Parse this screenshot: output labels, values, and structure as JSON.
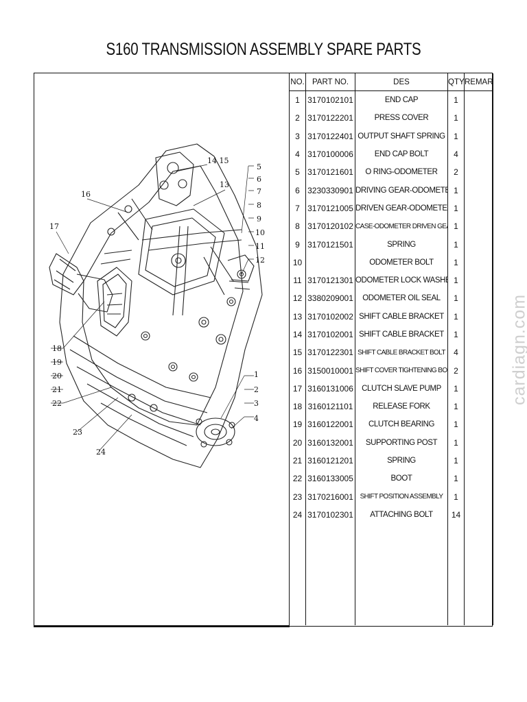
{
  "document": {
    "title": "S160 TRANSMISSION ASSEMBLY SPARE PARTS",
    "watermark": "cardiagn.com"
  },
  "table": {
    "headers": [
      "NO.",
      "PART NO.",
      "DES",
      "QTY",
      "REMARK"
    ],
    "rows": [
      {
        "no": "1",
        "part_no": "3170102101",
        "des": "END CAP",
        "qty": "1",
        "remark": ""
      },
      {
        "no": "2",
        "part_no": "3170122201",
        "des": "PRESS COVER",
        "qty": "1",
        "remark": ""
      },
      {
        "no": "3",
        "part_no": "3170122401",
        "des": "OUTPUT SHAFT SPRING",
        "qty": "1",
        "remark": ""
      },
      {
        "no": "4",
        "part_no": "3170100006",
        "des": "END CAP  BOLT",
        "qty": "4",
        "remark": ""
      },
      {
        "no": "5",
        "part_no": "3170121601",
        "des": "O RING-ODOMETER",
        "qty": "2",
        "remark": ""
      },
      {
        "no": "6",
        "part_no": "3230330901",
        "des": "DRIVING GEAR-ODOMETER",
        "qty": "1",
        "remark": ""
      },
      {
        "no": "7",
        "part_no": "3170121005",
        "des": "DRIVEN GEAR-ODOMETER",
        "qty": "1",
        "remark": ""
      },
      {
        "no": "8",
        "part_no": "3170120102",
        "des": "CASE-ODOMETER DRIVEN GEAR",
        "qty": "1",
        "remark": ""
      },
      {
        "no": "9",
        "part_no": "3170121501",
        "des": "SPRING",
        "qty": "1",
        "remark": ""
      },
      {
        "no": "10",
        "part_no": "",
        "des": "ODOMETER BOLT",
        "qty": "1",
        "remark": ""
      },
      {
        "no": "11",
        "part_no": "3170121301",
        "des": "ODOMETER LOCK WASHER",
        "qty": "1",
        "remark": ""
      },
      {
        "no": "12",
        "part_no": "3380209001",
        "des": "ODOMETER OIL SEAL",
        "qty": "1",
        "remark": ""
      },
      {
        "no": "13",
        "part_no": "3170102002",
        "des": "SHIFT CABLE BRACKET",
        "qty": "1",
        "remark": ""
      },
      {
        "no": "14",
        "part_no": "3170102001",
        "des": "SHIFT CABLE BRACKET",
        "qty": "1",
        "remark": ""
      },
      {
        "no": "15",
        "part_no": "3170122301",
        "des": "SHIFT CABLE BRACKET BOLT",
        "qty": "4",
        "remark": ""
      },
      {
        "no": "16",
        "part_no": "3150010001",
        "des": "SHIFT COVER TIGHTENING BOLT",
        "qty": "2",
        "remark": ""
      },
      {
        "no": "17",
        "part_no": "3160131006",
        "des": "CLUTCH SLAVE PUMP",
        "qty": "1",
        "remark": ""
      },
      {
        "no": "18",
        "part_no": "3160121101",
        "des": "RELEASE FORK",
        "qty": "1",
        "remark": ""
      },
      {
        "no": "19",
        "part_no": "3160122001",
        "des": "CLUTCH BEARING",
        "qty": "1",
        "remark": ""
      },
      {
        "no": "20",
        "part_no": "3160132001",
        "des": "SUPPORTING POST",
        "qty": "1",
        "remark": ""
      },
      {
        "no": "21",
        "part_no": "3160121201",
        "des": "SPRING",
        "qty": "1",
        "remark": ""
      },
      {
        "no": "22",
        "part_no": "3160133005",
        "des": "BOOT",
        "qty": "1",
        "remark": ""
      },
      {
        "no": "23",
        "part_no": "3170216001",
        "des": "SHIFT POSITION ASSEMBLY",
        "qty": "1",
        "remark": ""
      },
      {
        "no": "24",
        "part_no": "3170102301",
        "des": "ATTACHING BOLT",
        "qty": "14",
        "remark": ""
      }
    ]
  },
  "drawing": {
    "callouts": [
      "14 15",
      "13",
      "16",
      "17",
      "5",
      "6",
      "7",
      "8",
      "9",
      "10",
      "11",
      "12",
      "18",
      "19",
      "20",
      "21",
      "22",
      "23",
      "24",
      "1",
      "2",
      "3",
      "4"
    ]
  }
}
